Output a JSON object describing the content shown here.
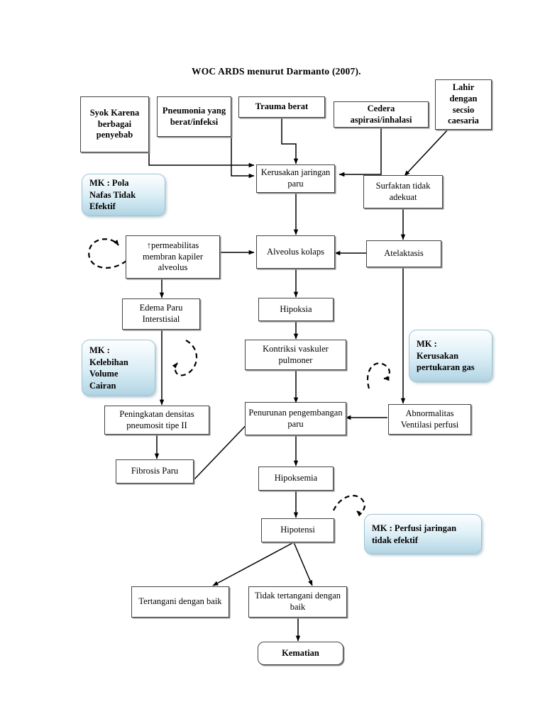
{
  "document": {
    "title": "WOC ARDS menurut Darmanto (2007).",
    "type": "flowchart",
    "language": "id"
  },
  "nodes": {
    "syok": "Syok Karena berbagai penyebab",
    "pneumonia": "Pneumonia yang berat/infeksi",
    "trauma": "Trauma berat",
    "cedera": "Cedera aspirasi/inhalasi",
    "lahir": "Lahir dengan secsio caesaria",
    "kerusakan_jaringan": "Kerusakan jaringan paru",
    "surfaktan": "Surfaktan tidak adekuat",
    "permeabilitas": "↑permeabilitas membran kapiler alveolus",
    "alveolus_kolaps": "Alveolus kolaps",
    "atelaktasis": "Atelaktasis",
    "edema": "Edema Paru Interstisial",
    "hipoksia": "Hipoksia",
    "kontriksi": "Kontriksi vaskuler pulmoner",
    "peningkatan_densitas": "Peningkatan densitas pneumosit tipe II",
    "penurunan_pengembangan": "Penurunan pengembangan paru",
    "abnormalitas": "Abnormalitas Ventilasi perfusi",
    "fibrosis": "Fibrosis Paru",
    "hipoksemia": "Hipoksemia",
    "hipotensi": "Hipotensi",
    "tertangani": "Tertangani dengan baik",
    "tidak_tertangani": "Tidak tertangani dengan baik",
    "kematian": "Kematian"
  },
  "nursing_diagnoses": [
    {
      "id": "mk-pola-nafas",
      "lines": [
        "MK : Pola",
        "Nafas Tidak",
        "Efektif"
      ]
    },
    {
      "id": "mk-kelebihan-volume",
      "lines": [
        "MK :",
        "Kelebihan",
        "Volume",
        "Cairan"
      ]
    },
    {
      "id": "mk-kerusakan-pertukaran",
      "lines": [
        "MK :",
        "Kerusakan",
        "pertukaran gas"
      ]
    },
    {
      "id": "mk-perfusi-jaringan",
      "lines": [
        "MK : Perfusi jaringan",
        "tidak efektif"
      ]
    }
  ],
  "colors": {
    "box_border": "#444444",
    "box_fill": "#ffffff",
    "mk_fill_top": "#fdfeff",
    "mk_fill_bottom": "#aed2e2",
    "mk_border": "#9cc3d5",
    "connector": "#000000"
  },
  "chart_data": {
    "type": "diagram",
    "title": "WOC ARDS menurut Darmanto (2007).",
    "edges": [
      {
        "from": "syok",
        "to": "kerusakan_jaringan"
      },
      {
        "from": "pneumonia",
        "to": "kerusakan_jaringan"
      },
      {
        "from": "trauma",
        "to": "kerusakan_jaringan"
      },
      {
        "from": "cedera",
        "to": "kerusakan_jaringan"
      },
      {
        "from": "lahir",
        "to": "surfaktan"
      },
      {
        "from": "kerusakan_jaringan",
        "to": "alveolus_kolaps"
      },
      {
        "from": "surfaktan",
        "to": "atelaktasis"
      },
      {
        "from": "atelaktasis",
        "to": "alveolus_kolaps"
      },
      {
        "from": "atelaktasis",
        "to": "abnormalitas"
      },
      {
        "from": "permeabilitas",
        "to": "alveolus_kolaps"
      },
      {
        "from": "permeabilitas",
        "to": "edema"
      },
      {
        "from": "edema",
        "to": "peningkatan_densitas"
      },
      {
        "from": "alveolus_kolaps",
        "to": "hipoksia"
      },
      {
        "from": "hipoksia",
        "to": "kontriksi"
      },
      {
        "from": "kontriksi",
        "to": "penurunan_pengembangan"
      },
      {
        "from": "peningkatan_densitas",
        "to": "fibrosis"
      },
      {
        "from": "fibrosis",
        "to": "penurunan_pengembangan"
      },
      {
        "from": "abnormalitas",
        "to": "penurunan_pengembangan"
      },
      {
        "from": "penurunan_pengembangan",
        "to": "hipoksemia"
      },
      {
        "from": "hipoksemia",
        "to": "hipotensi"
      },
      {
        "from": "hipotensi",
        "to": "tertangani"
      },
      {
        "from": "hipotensi",
        "to": "tidak_tertangani"
      },
      {
        "from": "tidak_tertangani",
        "to": "kematian"
      }
    ]
  }
}
